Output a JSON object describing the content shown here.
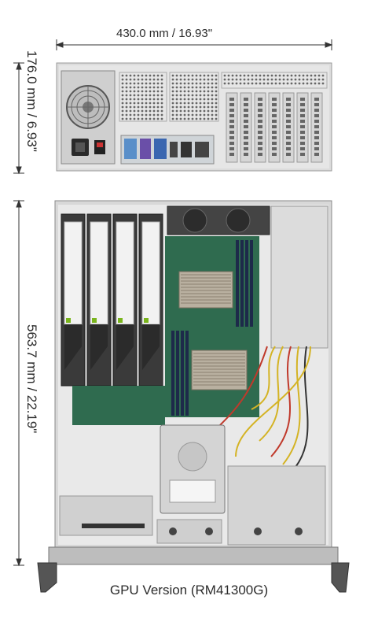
{
  "width_label": "430.0 mm / 16.93\"",
  "height_label": "176.0  mm / 6.93\"",
  "depth_label": "563.7 mm / 22.19\"",
  "caption": "GPU  Version (RM41300G)",
  "gpu_count": 4,
  "pcie_slot_count": 7,
  "dimm_count": 8
}
